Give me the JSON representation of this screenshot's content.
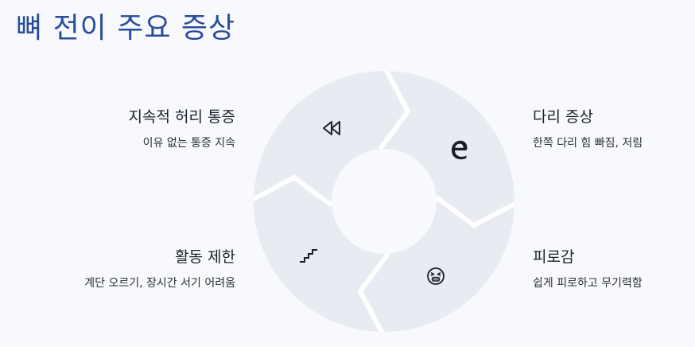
{
  "title": "뼈 전이 주요 증상",
  "segments": [
    {
      "key": "top-left",
      "title": "지속적 허리 통증",
      "description": "이유 없는 통증 지속",
      "icon": "rewind-icon"
    },
    {
      "key": "top-right",
      "title": "다리 증상",
      "description": "한쪽 다리 힘 빠짐, 저림",
      "icon": "edge-logo-icon"
    },
    {
      "key": "bottom-right",
      "title": "피로감",
      "description": "쉽게 피로하고 무기력함",
      "icon": "tired-face-icon"
    },
    {
      "key": "bottom-left",
      "title": "활동 제한",
      "description": "계단 오르기, 장시간 서기 어려움",
      "icon": "stairs-icon"
    }
  ],
  "colors": {
    "title": "#2a4d9b",
    "segment_fill": "#e8ebf2",
    "separator": "#ffffff",
    "icon": "#1b1f2b"
  }
}
